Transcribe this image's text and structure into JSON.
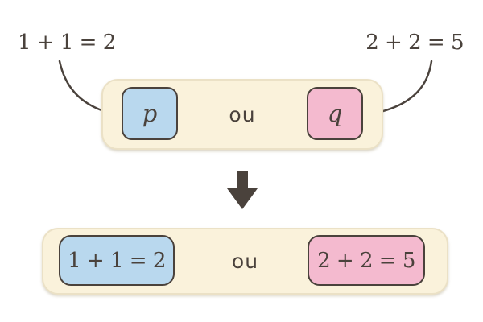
{
  "colors": {
    "background": "#FFFFFF",
    "panel": "#FAF2DB",
    "panel_border": "#EBE1C6",
    "blue_box": "#B9D8EE",
    "pink_box": "#F4BACF",
    "dark": "#4A423C"
  },
  "annotations": {
    "left": "1 + 1 = 2",
    "right": "2 + 2 = 5"
  },
  "formula_row": {
    "left": "p",
    "connective": "ou",
    "right": "q"
  },
  "result_row": {
    "left": "1 + 1 = 2",
    "connective": "ou",
    "right": "2 + 2 = 5"
  },
  "icons": {
    "left_arrow": "curved-arrow-pointing-right",
    "right_arrow": "curved-arrow-pointing-left",
    "middle_arrow": "thick-down-arrow"
  }
}
